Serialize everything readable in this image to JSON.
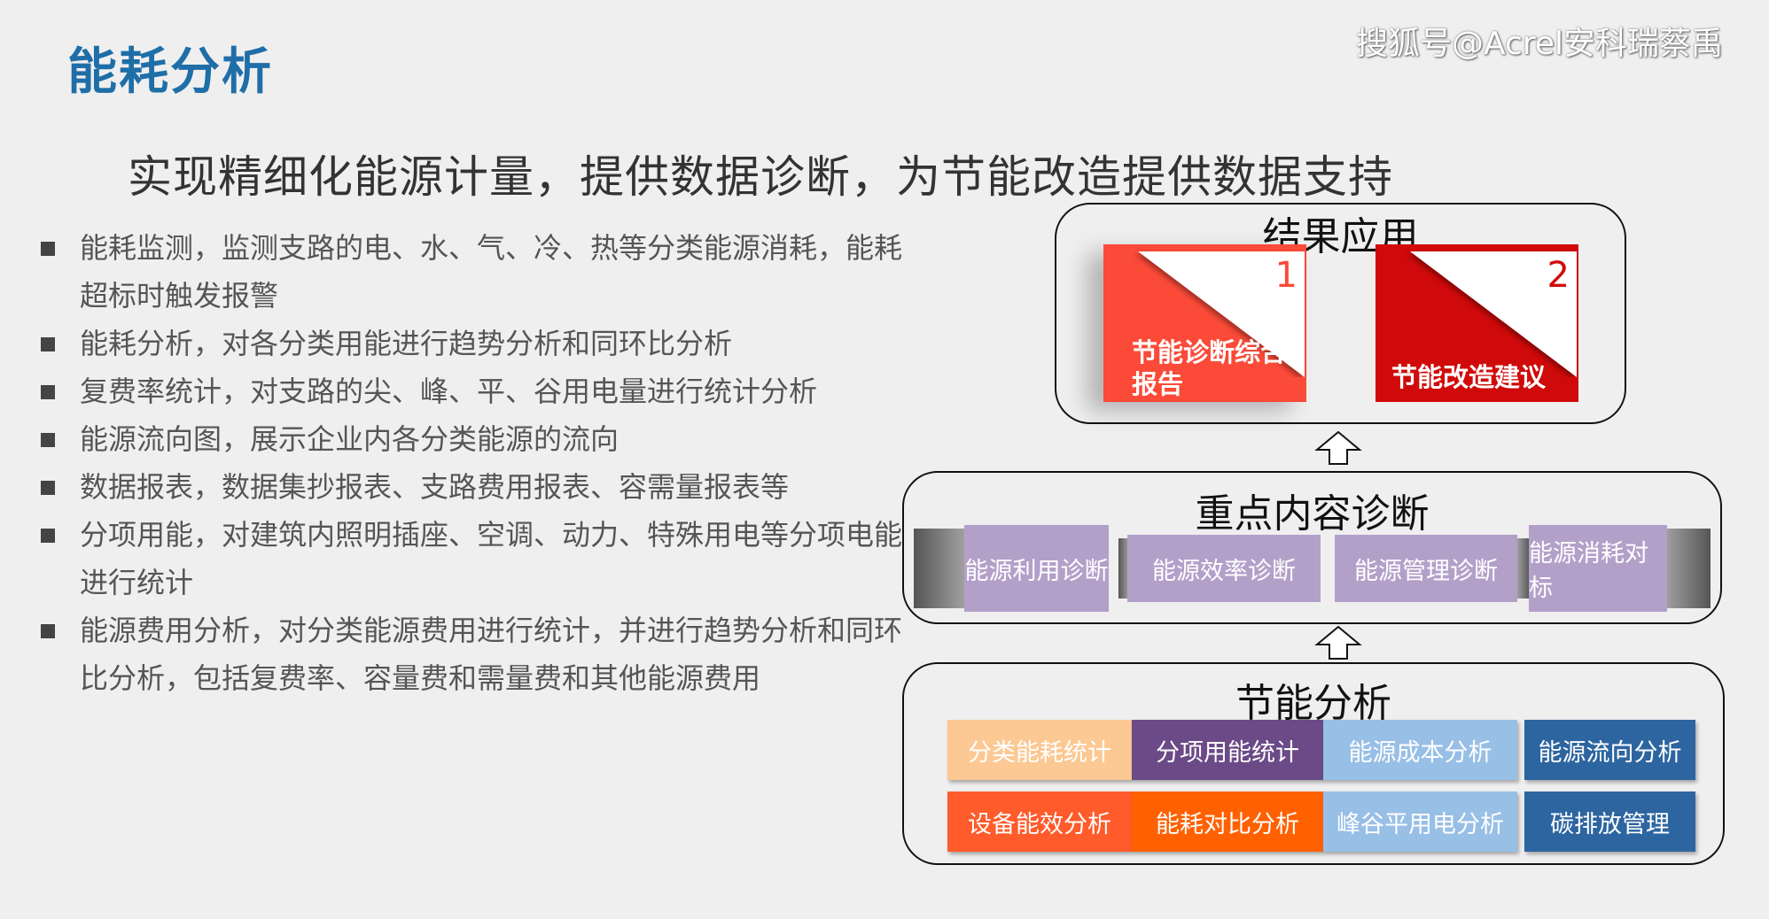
{
  "header": {
    "title": "能耗分析",
    "watermark": "搜狐号@Acrel安科瑞蔡禹"
  },
  "subtitle": "实现精细化能源计量，提供数据诊断，为节能改造提供数据支持",
  "bullets": [
    "能耗监测，监测支路的电、水、气、冷、热等分类能源消耗，能耗超标时触发报警",
    "能耗分析，对各分类用能进行趋势分析和同环比分析",
    "复费率统计，对支路的尖、峰、平、谷用电量进行统计分析",
    "能源流向图，展示企业内各分类能源的流向",
    "数据报表，数据集抄报表、支路费用报表、容需量报表等",
    "分项用能，对建筑内照明插座、空调、动力、特殊用电等分项电能进行统计",
    "能源费用分析，对分类能源费用进行统计，并进行趋势分析和同环比分析，包括复费率、容量费和需量费和其他能源费用"
  ],
  "diagram": {
    "results": {
      "title": "结果应用",
      "cards": [
        {
          "num": "1",
          "label": "节能诊断综合报告",
          "color": "#fb4a38"
        },
        {
          "num": "2",
          "label": "节能改造建议",
          "color": "#d00a0a"
        }
      ]
    },
    "diagnosis": {
      "title": "重点内容诊断",
      "items": [
        "能源利用诊断",
        "能源效率诊断",
        "能源管理诊断",
        "能源消耗对标"
      ]
    },
    "analysis": {
      "title": "节能分析",
      "cells": [
        {
          "label": "分类能耗统计",
          "color": "#fcc893"
        },
        {
          "label": "分项用能统计",
          "color": "#6b4a87"
        },
        {
          "label": "能源成本分析",
          "color": "#98bfe6"
        },
        {
          "label": "能源流向分析",
          "color": "#2d65a0"
        },
        {
          "label": "设备能效分析",
          "color": "#ff5b2b"
        },
        {
          "label": "能耗对比分析",
          "color": "#ff6100"
        },
        {
          "label": "峰谷平用电分析",
          "color": "#98bfe6"
        },
        {
          "label": "碳排放管理",
          "color": "#2d65a0"
        }
      ]
    }
  }
}
